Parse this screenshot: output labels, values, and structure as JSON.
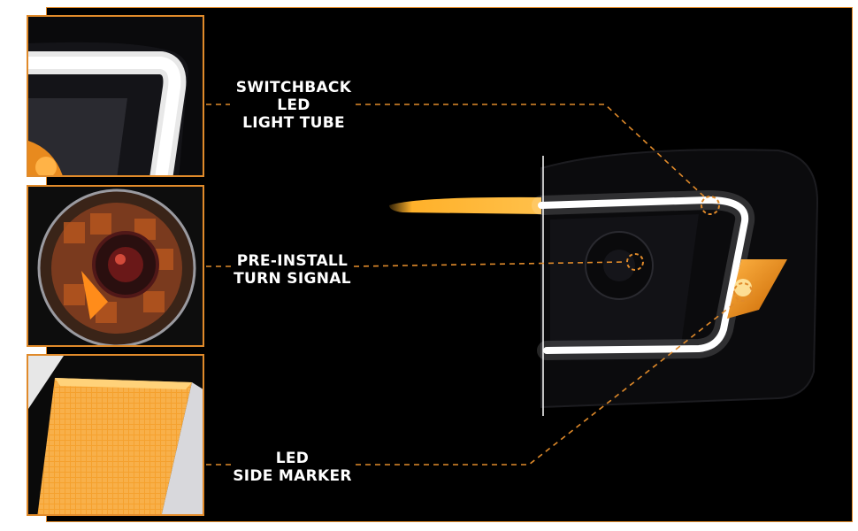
{
  "callouts": [
    {
      "lines": [
        "SWITCHBACK",
        "LED",
        "LIGHT TUBE"
      ],
      "feature": "switchback-led-light-tube"
    },
    {
      "lines": [
        "PRE-INSTALL",
        "TURN SIGNAL"
      ],
      "feature": "pre-install-turn-signal"
    },
    {
      "lines": [
        "LED",
        "SIDE MARKER"
      ],
      "feature": "led-side-marker"
    }
  ],
  "colors": {
    "accent": "#e08a2a",
    "amber": "#ffa91c",
    "led_white": "#ffffff",
    "background": "#000000"
  }
}
